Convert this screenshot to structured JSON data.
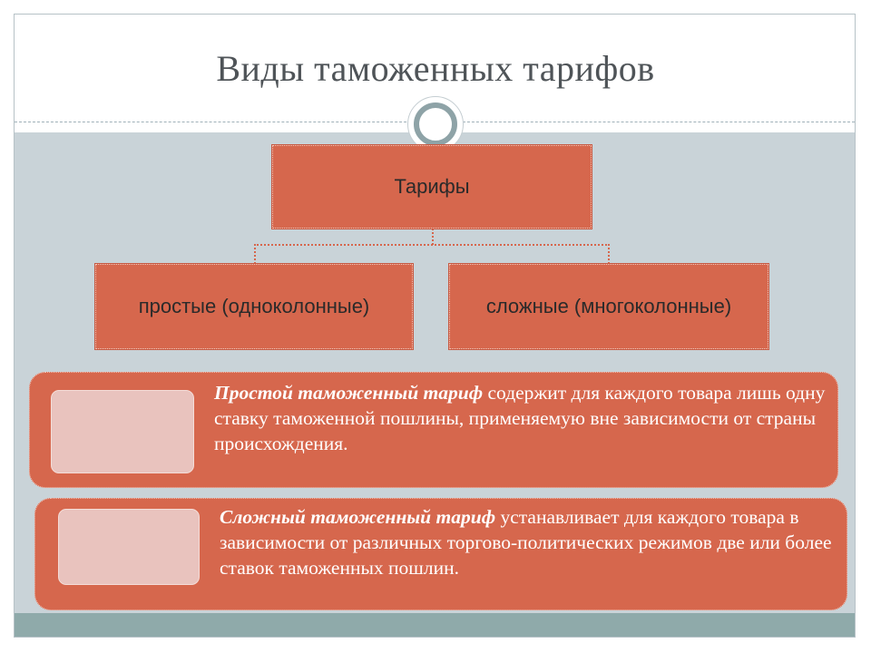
{
  "title": "Виды таможенных тарифов",
  "diagram": {
    "root": "Тарифы",
    "children": [
      "простые (одноколонные)",
      "сложные (многоколонные)"
    ]
  },
  "definitions": [
    {
      "term": "Простой таможенный тариф",
      "text": " содержит для каждого товара лишь одну ставку таможенной пошлины, применяемую вне зависимости от страны происхождения."
    },
    {
      "term": "Сложный таможенный тариф",
      "text": " устанавливает для каждого товара в зависимости от различных торгово-политических режимов две или более ставок таможенных пошлин."
    }
  ],
  "colors": {
    "accent": "#d6674d",
    "background": "#c9d3d8",
    "band": "#8faaaa",
    "thumb": "#e9c3be"
  }
}
